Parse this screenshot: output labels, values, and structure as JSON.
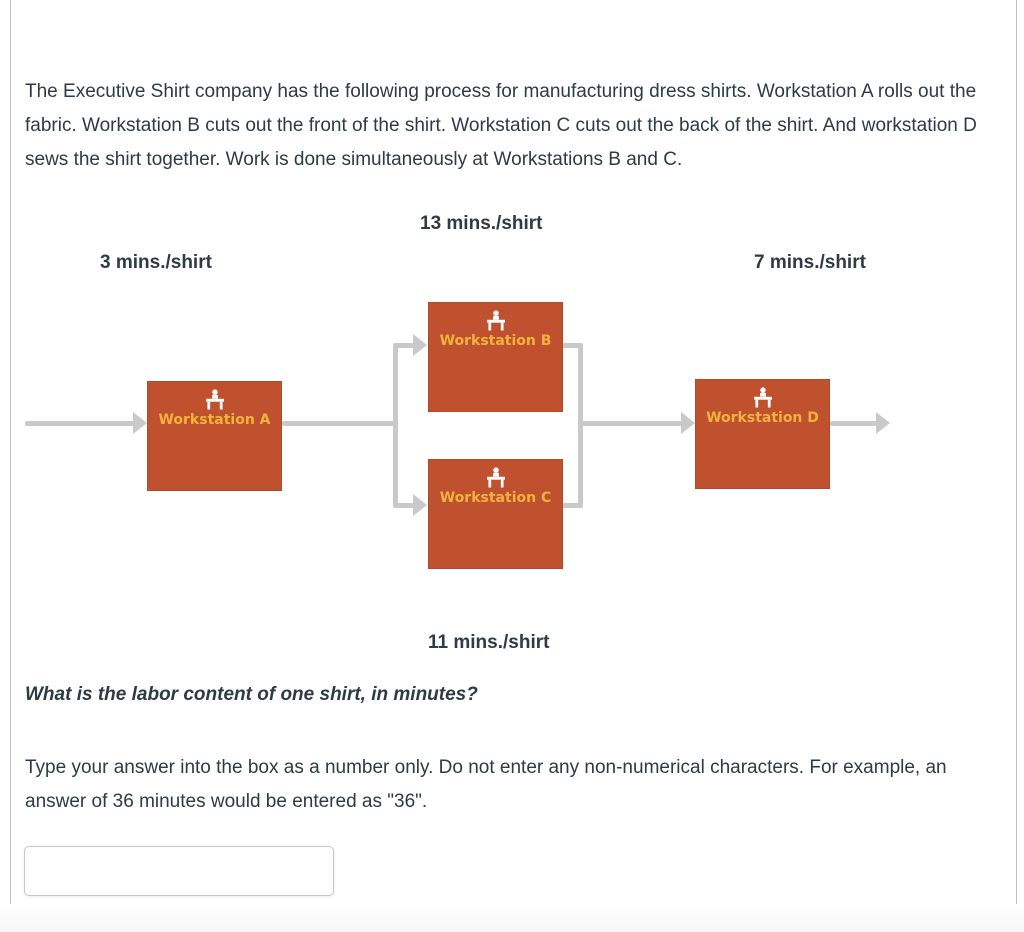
{
  "question": {
    "intro": "The Executive Shirt company has the following process for manufacturing dress shirts. Workstation A rolls out the fabric. Workstation B cuts out the front of the shirt. Workstation C cuts out the back of the shirt. And workstation D sews the shirt together. Work is done simultaneously at Workstations B and C.",
    "prompt": "What is the labor content of one shirt, in minutes?",
    "instructions": "Type your answer into the box as a number only. Do not enter any non-numerical characters. For example, an answer of 36 minutes would be entered as \"36\".",
    "answer_input": {
      "value": "",
      "placeholder": ""
    }
  },
  "diagram": {
    "type": "process-flow",
    "rate_labels": {
      "top": "13 mins./shirt",
      "left": "3 mins./shirt",
      "right": "7 mins./shirt",
      "bottom": "11 mins./shirt"
    },
    "workstations": [
      {
        "id": "A",
        "label": "Workstation A",
        "icon": "worker-at-desk-icon"
      },
      {
        "id": "B",
        "label": "Workstation B",
        "icon": "worker-at-desk-icon"
      },
      {
        "id": "C",
        "label": "Workstation C",
        "icon": "worker-at-desk-icon"
      },
      {
        "id": "D",
        "label": "Workstation D",
        "icon": "worker-at-desk-icon"
      }
    ],
    "flow": "in -> A -> (B parallel C) -> D -> out",
    "colors": {
      "box_fill": "#c0512e",
      "box_border": "#b04a28",
      "box_label": "#f2b33d",
      "arrow": "#c9c9c9",
      "icon": "#ffffff",
      "body_text": "#2d3b45"
    }
  }
}
